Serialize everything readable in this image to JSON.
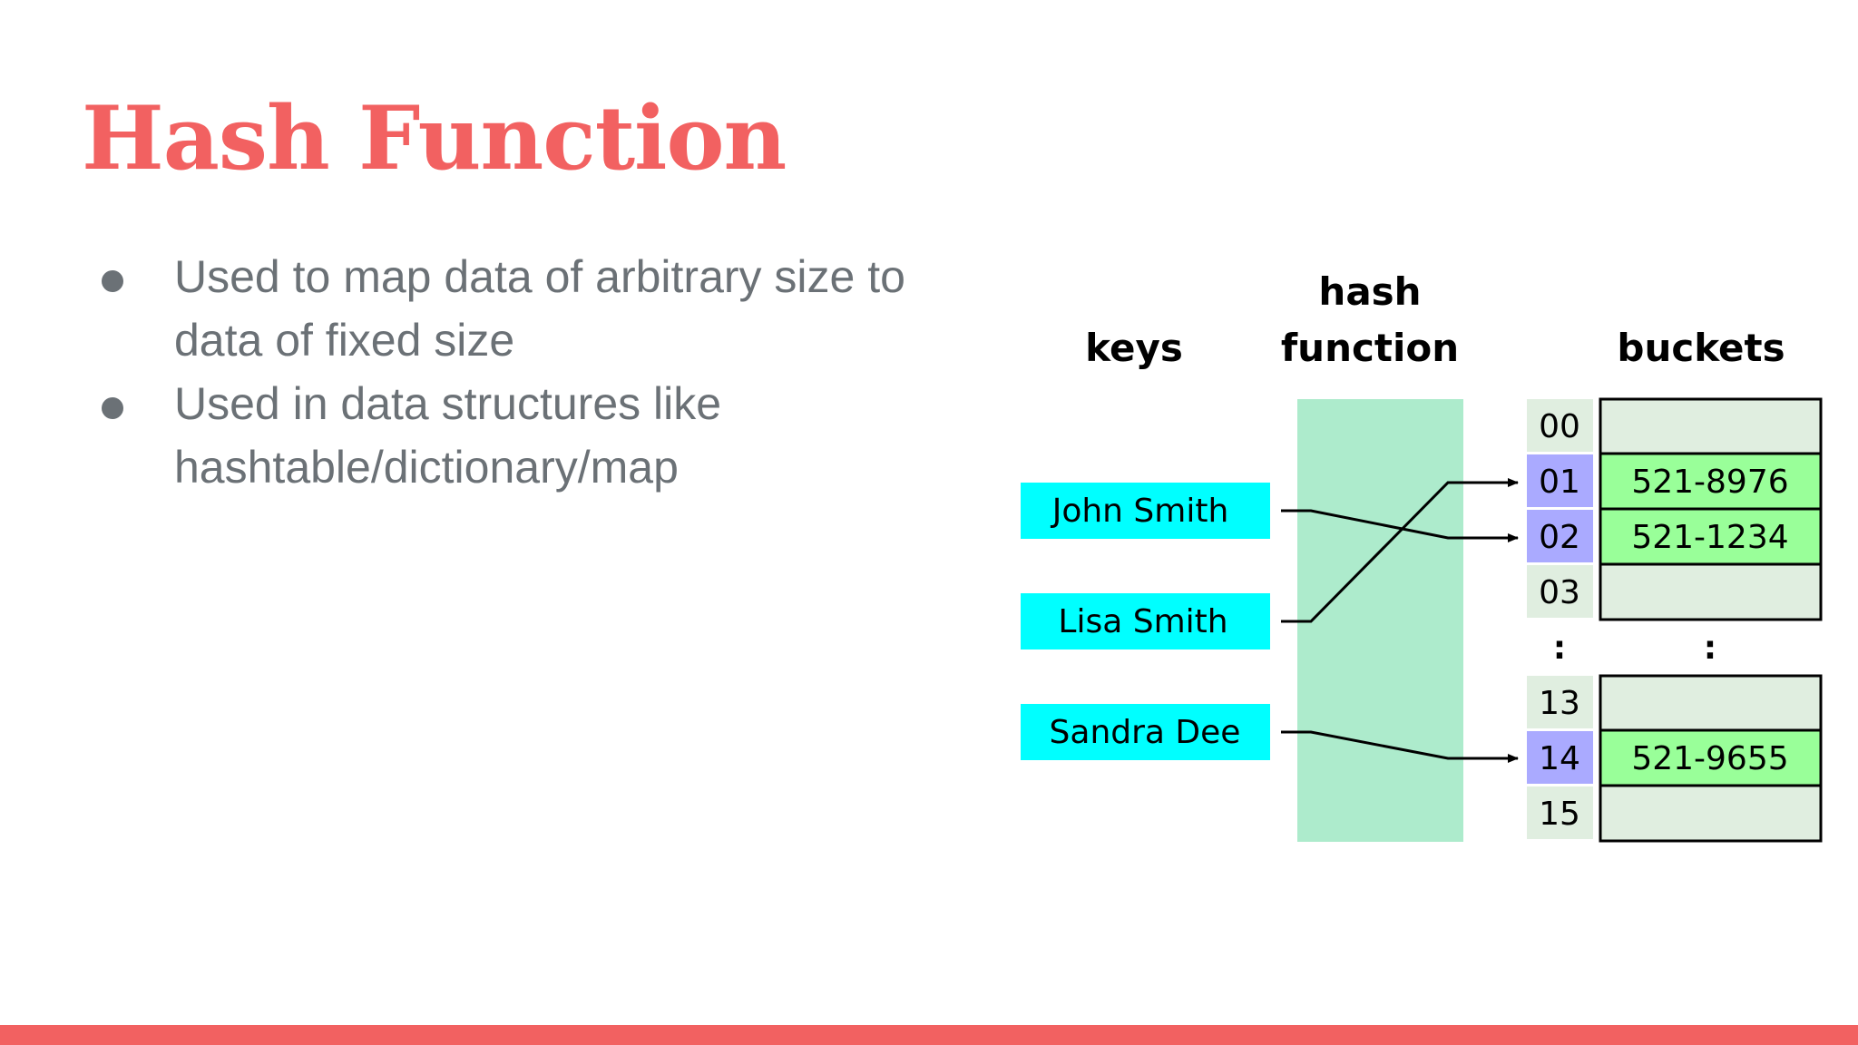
{
  "slide": {
    "title": "Hash Function",
    "accent_color": "#f26161",
    "bullets": [
      "Used to map data of arbitrary size to data of fixed size",
      "Used in data structures like hashtable/dictionary/map"
    ]
  },
  "diagram": {
    "headers": {
      "keys": "keys",
      "hash_line1": "hash",
      "hash_line2": "function",
      "buckets": "buckets"
    },
    "keys": [
      "John Smith",
      "Lisa Smith",
      "Sandra Dee"
    ],
    "indices": [
      "00",
      "01",
      "02",
      "03",
      "13",
      "14",
      "15"
    ],
    "values": [
      "",
      "521-8976",
      "521-1234",
      "",
      "",
      "521-9655",
      ""
    ],
    "ellipsis": ":",
    "mappings": [
      {
        "key": "John Smith",
        "bucket": "02"
      },
      {
        "key": "Lisa Smith",
        "bucket": "01"
      },
      {
        "key": "Sandra Dee",
        "bucket": "14"
      }
    ],
    "colors": {
      "key_fill": "#00ffff",
      "hash_fill": "#adebcc",
      "index_fill": "#e0eee0",
      "index_used_fill": "#aaaaff",
      "bucket_empty_fill": "#e0eee0",
      "bucket_filled_fill": "#99ff99"
    }
  }
}
